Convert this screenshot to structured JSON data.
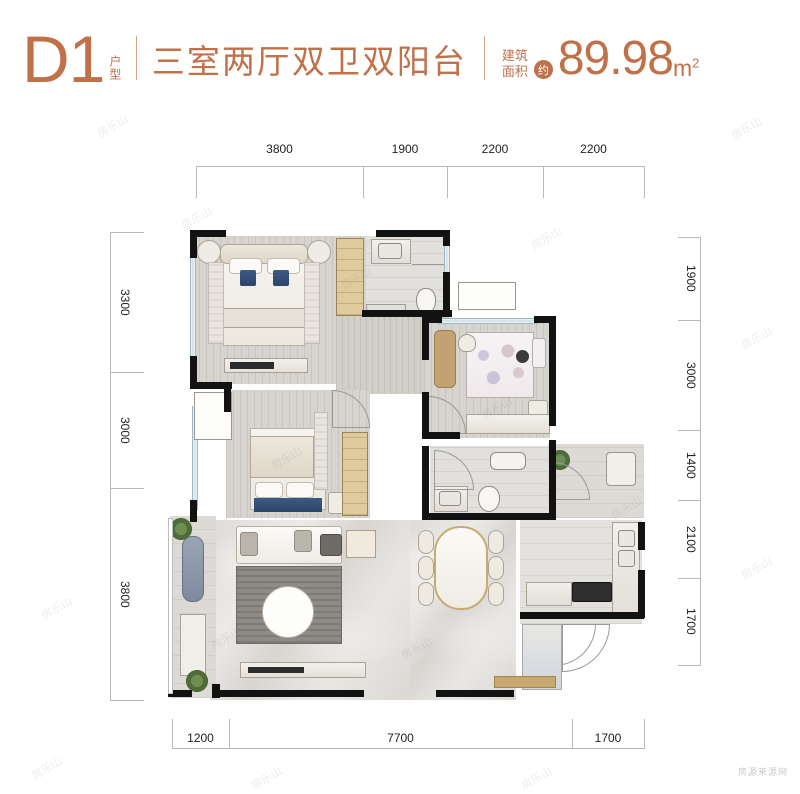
{
  "header": {
    "code": "D1",
    "code_sub": "户型",
    "separator": "|",
    "room_type": "三室两厅双卫双阳台",
    "separator2": "|",
    "area_label_line1": "建筑",
    "area_label_line2": "面积",
    "approx": "约",
    "area_value": "89.98",
    "area_unit": "m",
    "area_unit_sup": "2",
    "accent_color": "#C1714A"
  },
  "dimensions": {
    "top": [
      "3800",
      "1900",
      "2200",
      "2200"
    ],
    "left": [
      "3300",
      "3000",
      "3800"
    ],
    "right": [
      "1900",
      "3000",
      "1400",
      "2100",
      "1700"
    ],
    "bottom": [
      "1200",
      "7700",
      "1700"
    ]
  },
  "rooms": [
    {
      "name": "master-bedroom",
      "label": ""
    },
    {
      "name": "second-bedroom",
      "label": ""
    },
    {
      "name": "kids-bedroom",
      "label": ""
    },
    {
      "name": "master-bathroom",
      "label": ""
    },
    {
      "name": "guest-bathroom",
      "label": ""
    },
    {
      "name": "living-room",
      "label": ""
    },
    {
      "name": "dining-area",
      "label": ""
    },
    {
      "name": "kitchen",
      "label": ""
    },
    {
      "name": "front-balcony",
      "label": ""
    },
    {
      "name": "service-balcony",
      "label": ""
    }
  ],
  "watermark": {
    "tile": "房乐山",
    "footer": "房源来源网"
  }
}
